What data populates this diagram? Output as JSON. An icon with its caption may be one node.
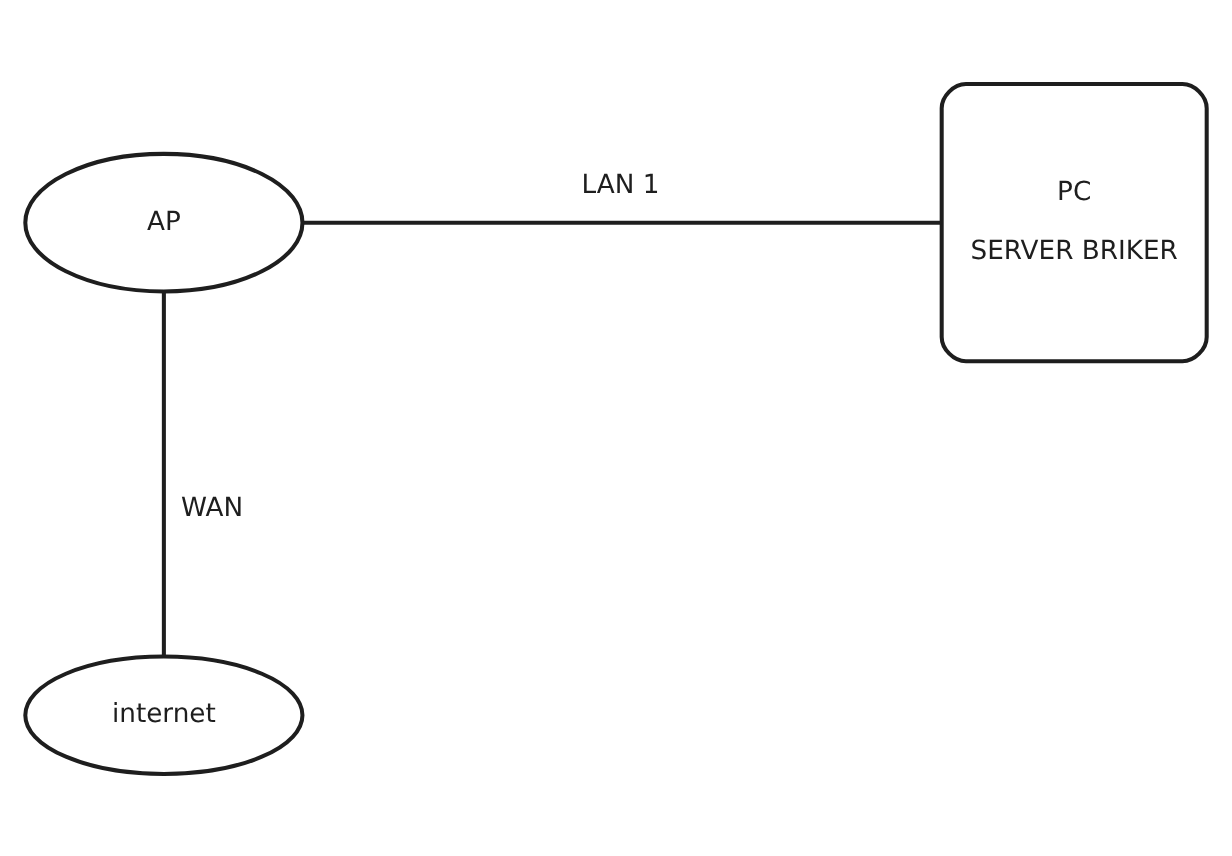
{
  "diagram": {
    "nodes": [
      {
        "text": [
          "AP"
        ]
      },
      {
        "text": [
          "PC",
          "SERVER BRIKER"
        ]
      },
      {
        "text": [
          "internet"
        ]
      }
    ],
    "edges": [
      {
        "from": 0,
        "to": 1,
        "arrow": "none",
        "label": "LAN 1"
      },
      {
        "from": 0,
        "to": 2,
        "arrow": "none",
        "label": "WAN"
      }
    ]
  }
}
